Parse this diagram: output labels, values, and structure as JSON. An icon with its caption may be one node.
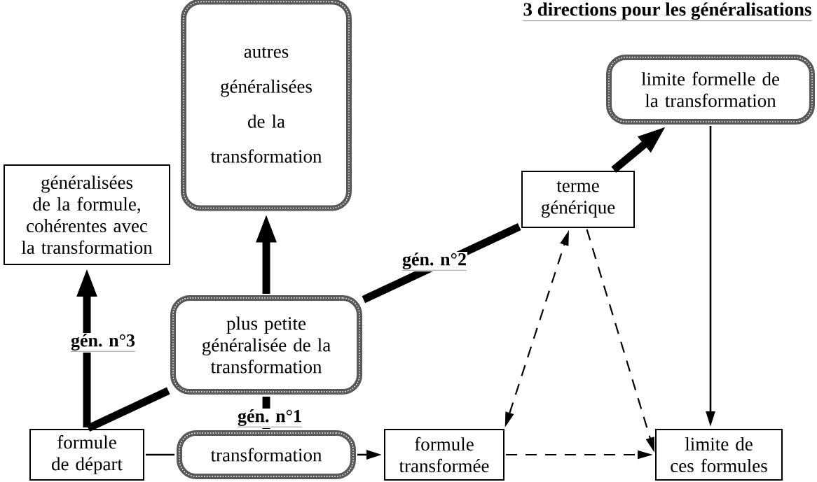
{
  "diagram": {
    "title": "3 directions pour les généralisations",
    "nodes": [
      {
        "text": [
          "formule de départ"
        ]
      },
      {
        "text": [
          "transformation"
        ]
      },
      {
        "text": [
          "formule transformée"
        ]
      },
      {
        "text": [
          "limite de ces formules"
        ]
      },
      {
        "text": [
          "plus petite généralisée de la transformation"
        ]
      },
      {
        "text": [
          "autres généralisées de la transformation"
        ]
      },
      {
        "text": [
          "généralisées de la formule, cohérentes avec la transformation"
        ]
      },
      {
        "text": [
          "terme générique"
        ]
      },
      {
        "text": [
          "limite formelle de la transformation"
        ]
      }
    ],
    "edges": [
      {
        "from": 0,
        "to": 1,
        "arrow": "none"
      },
      {
        "from": 1,
        "to": 2,
        "arrow": "to"
      },
      {
        "from": 1,
        "to": 4,
        "arrow": "none",
        "style": "thick",
        "label": "gén. n°1"
      },
      {
        "from": 4,
        "to": 5,
        "arrow": "to",
        "style": "thick"
      },
      {
        "from": 0,
        "to": 6,
        "arrow": "to",
        "style": "thick",
        "label": "gén. n°3"
      },
      {
        "from": 0,
        "to": 4,
        "arrow": "none",
        "style": "thick"
      },
      {
        "from": 4,
        "to": 7,
        "arrow": "none",
        "style": "thick",
        "label": "gén. n°2"
      },
      {
        "from": 7,
        "to": 8,
        "arrow": "to",
        "style": "thick"
      },
      {
        "from": 8,
        "to": 3,
        "arrow": "to"
      },
      {
        "from": 2,
        "to": 7,
        "arrow": "both",
        "style": "dashed"
      },
      {
        "from": 7,
        "to": 3,
        "arrow": "to",
        "style": "dashed"
      },
      {
        "from": 2,
        "to": 3,
        "arrow": "to",
        "style": "dashed"
      }
    ]
  }
}
